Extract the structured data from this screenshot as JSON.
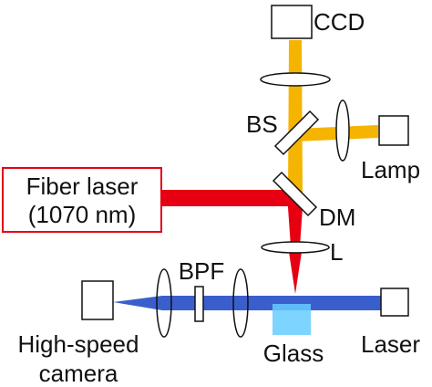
{
  "labels": {
    "ccd": "CCD",
    "bs": "BS",
    "lamp": "Lamp",
    "fiber_laser_line1": "Fiber laser",
    "fiber_laser_line2": "(1070 nm)",
    "dm": "DM",
    "lens": "L",
    "bpf": "BPF",
    "high_speed_line1": "High-speed",
    "high_speed_line2": "camera",
    "glass": "Glass",
    "laser": "Laser"
  },
  "colors": {
    "fiber_beam": "#e60012",
    "imaging_beam": "#f5b400",
    "probe_beam": "#3a5fcd",
    "glass": "#66ccff",
    "box_border": "#e60012",
    "outline": "#111111"
  }
}
